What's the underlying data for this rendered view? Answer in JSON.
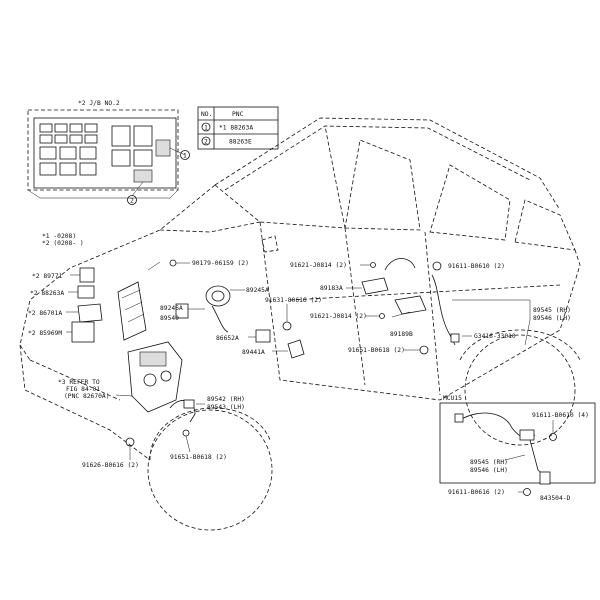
{
  "relay_block": {
    "title": "*2 J/B NO.2",
    "callout_1": "1",
    "callout_2": "2"
  },
  "pnc_table": {
    "header_no": "NO.",
    "header_pnc": "PNC",
    "rows": [
      {
        "no": "1",
        "pnc": "*1 88263A"
      },
      {
        "no": "2",
        "pnc": "88263E"
      }
    ]
  },
  "date_notes": {
    "note_1": "*1       -0208)",
    "note_2": "*2 (0208-       )"
  },
  "labels": [
    {
      "id": "p89771",
      "text": "*2 89771"
    },
    {
      "id": "p88263a",
      "text": "*2 88263A"
    },
    {
      "id": "p86701a",
      "text": "*2 86701A"
    },
    {
      "id": "p85969m",
      "text": "*2 85969M"
    },
    {
      "id": "p90179",
      "text": "90179-06159 (2)"
    },
    {
      "id": "p89245a",
      "text": "89245A"
    },
    {
      "id": "p89246a",
      "text": "89246A"
    },
    {
      "id": "p89540",
      "text": "89540"
    },
    {
      "id": "p86652a",
      "text": "86652A"
    },
    {
      "id": "p89441a",
      "text": "89441A"
    },
    {
      "id": "p91631",
      "text": "91631-80616 (2)"
    },
    {
      "id": "p91621a",
      "text": "91621-J0814 (2)"
    },
    {
      "id": "p89183a",
      "text": "89183A"
    },
    {
      "id": "p91621b",
      "text": "91621-J0814 (2)"
    },
    {
      "id": "p91611a",
      "text": "91611-B0610 (2)"
    },
    {
      "id": "p89545rh",
      "text": "89545 (RH)"
    },
    {
      "id": "p89546lh",
      "text": "89546 (LH)"
    },
    {
      "id": "p89189b",
      "text": "89189B"
    },
    {
      "id": "p90416",
      "text": "G3416-33010"
    },
    {
      "id": "p91651a",
      "text": "91651-B0618 (2)"
    },
    {
      "id": "p89542rh",
      "text": "89542 (RH)"
    },
    {
      "id": "p89543lh",
      "text": "89543 (LH)"
    },
    {
      "id": "p91651b",
      "text": "91651-B0618 (2)"
    },
    {
      "id": "p91626",
      "text": "91626-B0616 (2)"
    }
  ],
  "refer_note": {
    "line1": "*3 REFER TO",
    "line2": "FIG 84-01",
    "line3": "(PNC 82670A)"
  },
  "inset": {
    "title": "MCU15",
    "label_91611": "91611-B0610 (4)",
    "label_89545": "89545 (RH)",
    "label_89546": "89546 (LH)",
    "label_91611b": "91611-B0616 (2)"
  },
  "figure_code": "843504-D"
}
